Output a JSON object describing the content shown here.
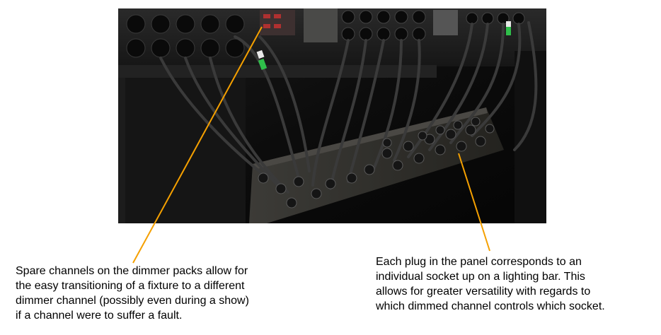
{
  "annotations": {
    "left": {
      "lines": [
        "Spare channels on the dimmer packs allow for",
        "the easy transitioning of a fixture to a different",
        "dimmer channel (possibly even during a show)",
        "if a channel were to suffer a fault."
      ]
    },
    "right": {
      "lines": [
        "Each plug in the panel corresponds to an",
        "individual socket up on a lighting bar. This",
        "allows for greater versatility with regards to",
        "which dimmed channel controls which socket."
      ]
    }
  },
  "colors": {
    "leader_line": "#f5a000",
    "photo_dark": "#141414",
    "photo_panel": "#2e2d2a",
    "cable": "#3a3a3a",
    "tape_green": "#2fbf4a",
    "tape_white": "#e8e8e8"
  }
}
